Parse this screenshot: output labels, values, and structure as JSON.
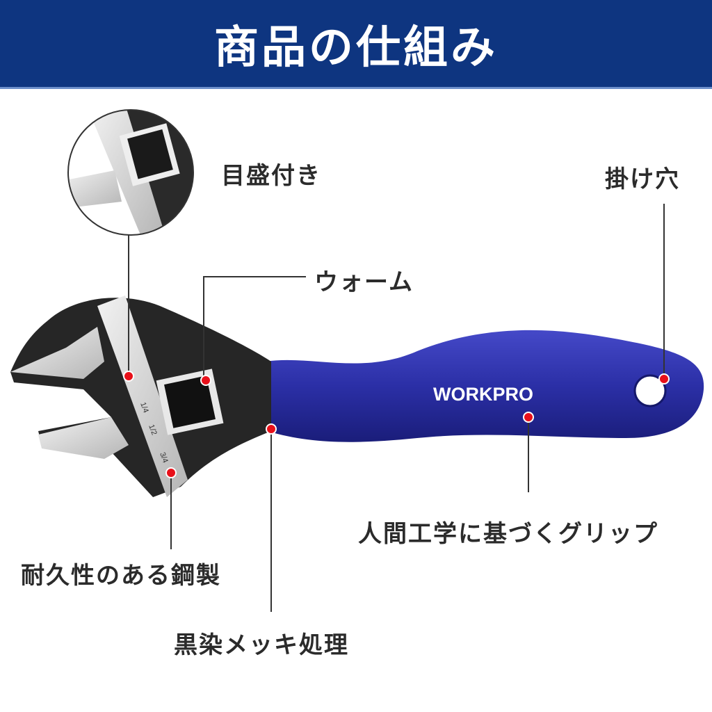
{
  "header": {
    "title": "商品の仕組み",
    "background": "#0e3580"
  },
  "product": {
    "brand": "WORKPRO",
    "scale_marks": [
      "1/4",
      "1/2",
      "3/4"
    ],
    "handle_color": "#2b2fa6",
    "marker_color": "#e8101a"
  },
  "callouts": {
    "scale": "目盛付き",
    "worm": "ウォーム",
    "hang_hole": "掛け穴",
    "grip": "人間工学に基づくグリップ",
    "steel": "耐久性のある鋼製",
    "finish": "黒染メッキ処理"
  }
}
